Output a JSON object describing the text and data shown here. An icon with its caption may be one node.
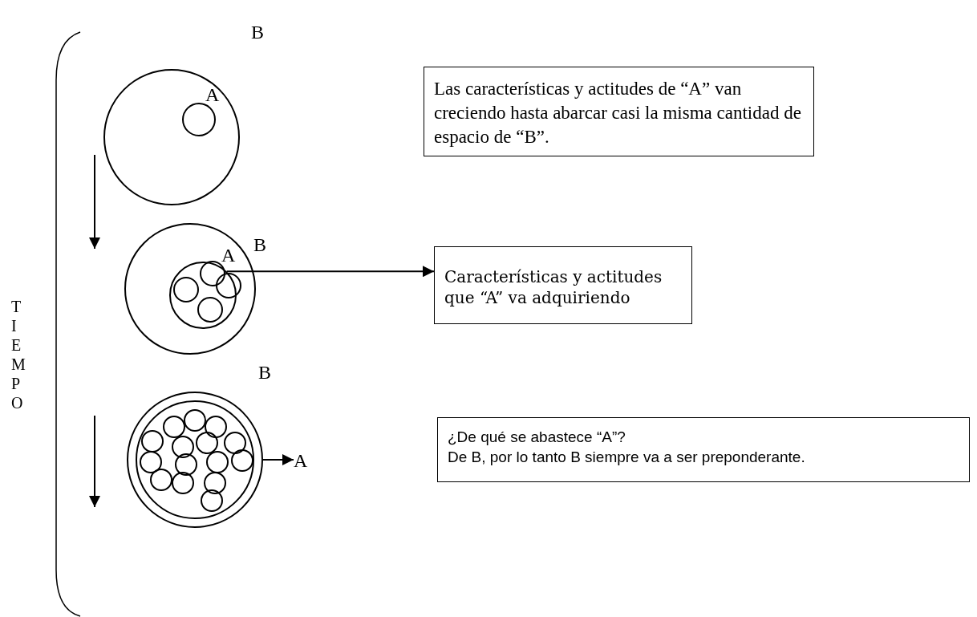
{
  "diagram": {
    "nodes": [
      {
        "text": [],
        "shape": "circle",
        "beside": [
          "B"
        ]
      },
      {
        "text": [],
        "shape": "circle",
        "in": 0,
        "beside": [
          "A"
        ]
      },
      {
        "text": [
          "Las características y actitudes de “A” van creciendo hasta abarcar casi la misma cantidad de espacio de “B”."
        ]
      },
      {
        "text": [],
        "shape": "circle",
        "beside": [
          "B"
        ]
      },
      {
        "text": [],
        "shape": "circle",
        "in": 3,
        "beside": [
          "A"
        ]
      },
      {
        "text": [],
        "shape": "circle",
        "in": 4
      },
      {
        "text": [],
        "shape": "circle",
        "in": 4
      },
      {
        "text": [],
        "shape": "circle",
        "in": 4
      },
      {
        "text": [],
        "shape": "circle",
        "in": 4
      },
      {
        "text": [
          "Características y actitudes que “A” va adquiriendo"
        ]
      },
      {
        "text": [],
        "shape": "circle",
        "beside": [
          "B"
        ]
      },
      {
        "text": [],
        "shape": "circle",
        "in": 10
      },
      {
        "text": [],
        "shape": "circle",
        "in": 11
      },
      {
        "text": [],
        "shape": "circle",
        "in": 11
      },
      {
        "text": [],
        "shape": "circle",
        "in": 11
      },
      {
        "text": [],
        "shape": "circle",
        "in": 11
      },
      {
        "text": [],
        "shape": "circle",
        "in": 11
      },
      {
        "text": [],
        "shape": "circle",
        "in": 11
      },
      {
        "text": [],
        "shape": "circle",
        "in": 11
      },
      {
        "text": [],
        "shape": "circle",
        "in": 11
      },
      {
        "text": [],
        "shape": "circle",
        "in": 11
      },
      {
        "text": [],
        "shape": "circle",
        "in": 11
      },
      {
        "text": [],
        "shape": "circle",
        "in": 11
      },
      {
        "text": [],
        "shape": "circle",
        "in": 11
      },
      {
        "text": [],
        "shape": "circle",
        "in": 11
      },
      {
        "text": [],
        "shape": "circle",
        "in": 11
      },
      {
        "text": [],
        "shape": "circle",
        "in": 11
      },
      {
        "text": [
          "A"
        ]
      },
      {
        "text": [
          "¿De qué se abastece “A”?",
          "De B, por lo tanto B siempre va a ser preponderante."
        ]
      }
    ],
    "edges": [
      {
        "from": 4,
        "to": 9,
        "arrow": "to"
      },
      {
        "from": 10,
        "to": 27,
        "arrow": "to"
      }
    ],
    "labels": [
      "T I E M P O"
    ]
  }
}
